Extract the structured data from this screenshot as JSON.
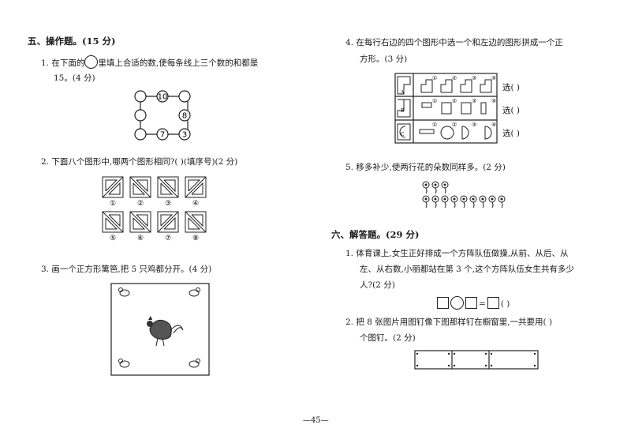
{
  "section5": {
    "title": "五、操作题。(15 分)",
    "q1": {
      "line1_pre": "1. 在下面的",
      "line1_post": "里填上合适的数,使每条线上三个数的和都是",
      "line2": "15。(4 分)",
      "numbers": [
        "10",
        "8",
        "7",
        "3"
      ]
    },
    "q2": {
      "text": "2. 下面八个图形中,哪两个图形相同?(        )(填序号)(2 分)",
      "labels": [
        "①",
        "②",
        "③",
        "④",
        "⑤",
        "⑥",
        "⑦",
        "⑧"
      ]
    },
    "q3": {
      "text": "3. 画一个正方形篱笆,把 5 只鸡都分开。(4 分)"
    },
    "q4": {
      "line1": "4. 在每行右边的四个图形中选一个和左边的图形拼成一个正",
      "line2": "方形。(3 分)",
      "choose": "选(        )",
      "row_labels": [
        "A",
        "B",
        "C"
      ],
      "option_labels": [
        "①",
        "②",
        "③",
        "④"
      ]
    },
    "q5": {
      "text": "5. 移多补少,使两行花的朵数同样多。(2 分)",
      "row1_count": 3,
      "row2_count": 9
    }
  },
  "section6": {
    "title": "六、解答题。(29 分)",
    "q1": {
      "line1": "1. 体育课上,女生正好排成一个方阵队伍做操,从前、从后、从",
      "line2": "左、从右数,小丽都站在第 3 个,这个方阵队伍女生共有多少",
      "line3": "人?(2 分)",
      "eq_equals": "=",
      "eq_paren": "(      )"
    },
    "q2": {
      "line1": "2. 把 8 张图片用图钉像下图那样钉在橱窗里,一共要用(      )",
      "line2": "个图钉。(2 分)"
    }
  },
  "page_number": "—45—"
}
